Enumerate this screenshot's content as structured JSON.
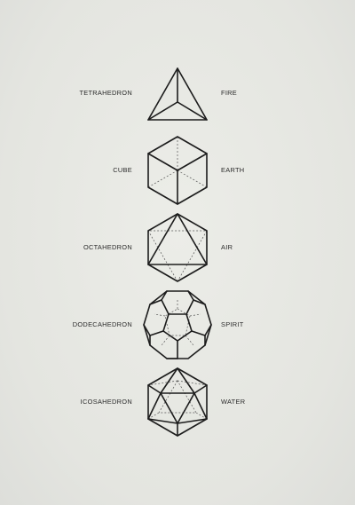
{
  "solids": [
    {
      "name": "TETRAHEDRON",
      "element": "FIRE"
    },
    {
      "name": "CUBE",
      "element": "EARTH"
    },
    {
      "name": "OCTAHEDRON",
      "element": "AIR"
    },
    {
      "name": "DODECAHEDRON",
      "element": "SPIRIT"
    },
    {
      "name": "ICOSAHEDRON",
      "element": "WATER"
    }
  ],
  "colors": {
    "background": "#e7e8e3",
    "ink": "#1c1c1c"
  }
}
